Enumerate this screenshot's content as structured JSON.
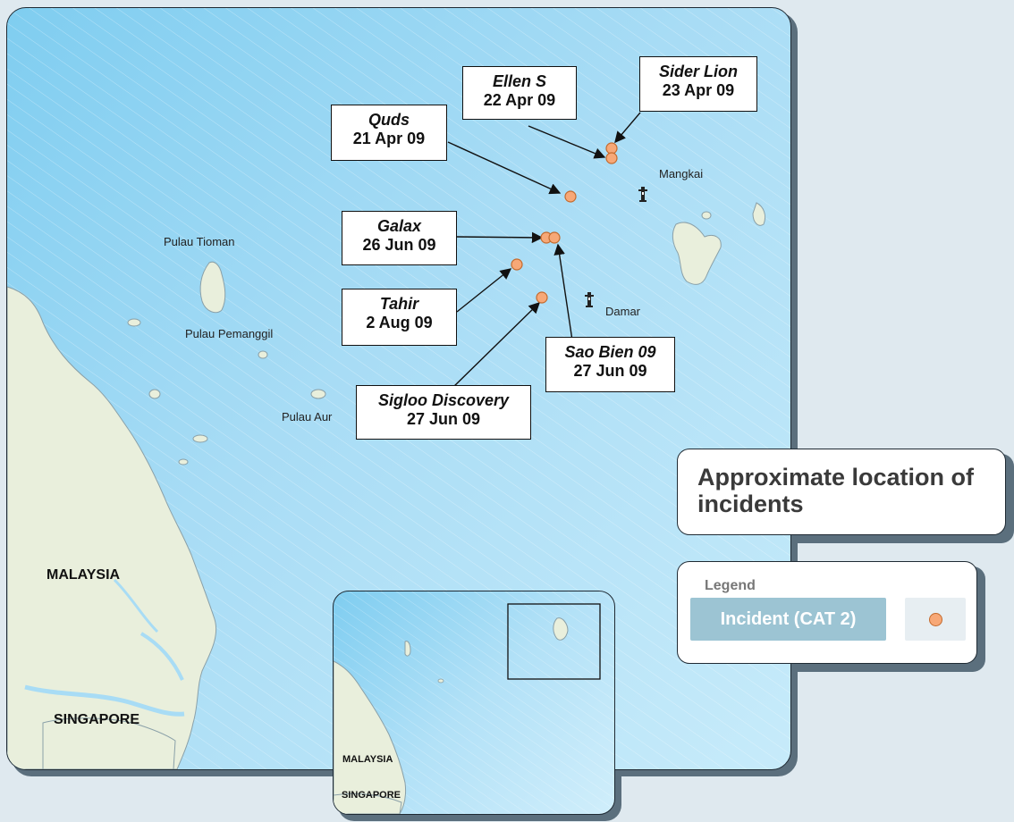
{
  "title": "Approximate location of incidents",
  "legend": {
    "heading": "Legend",
    "items": [
      {
        "label": "Incident (CAT 2)",
        "color": "#f7a877"
      }
    ]
  },
  "colors": {
    "sea": "#a8dcf5",
    "land": "#e9efdc",
    "incident": "#f7a877",
    "incident_stroke": "#c46a2d"
  },
  "places": {
    "mangkai": "Mangkai",
    "damar": "Damar",
    "tioman": "Pulau Tioman",
    "pemanggil": "Pulau Pemanggil",
    "aur": "Pulau Aur"
  },
  "countries": {
    "malaysia": "MALAYSIA",
    "singapore": "SINGAPORE"
  },
  "inset": {
    "malaysia": "MALAYSIA",
    "singapore": "SINGAPORE"
  },
  "incidents": [
    {
      "ship": "Ellen S",
      "date": "22 Apr 09"
    },
    {
      "ship": "Sider Lion",
      "date": "23 Apr 09"
    },
    {
      "ship": "Quds",
      "date": "21 Apr 09"
    },
    {
      "ship": "Galax",
      "date": "26 Jun 09"
    },
    {
      "ship": "Tahir",
      "date": "2 Aug 09"
    },
    {
      "ship": "Sao Bien 09",
      "date": "27 Jun 09"
    },
    {
      "ship": "Sigloo Discovery",
      "date": "27 Jun 09"
    }
  ],
  "icons": {
    "lighthouse": "lighthouse-icon",
    "incident": "incident-marker"
  }
}
